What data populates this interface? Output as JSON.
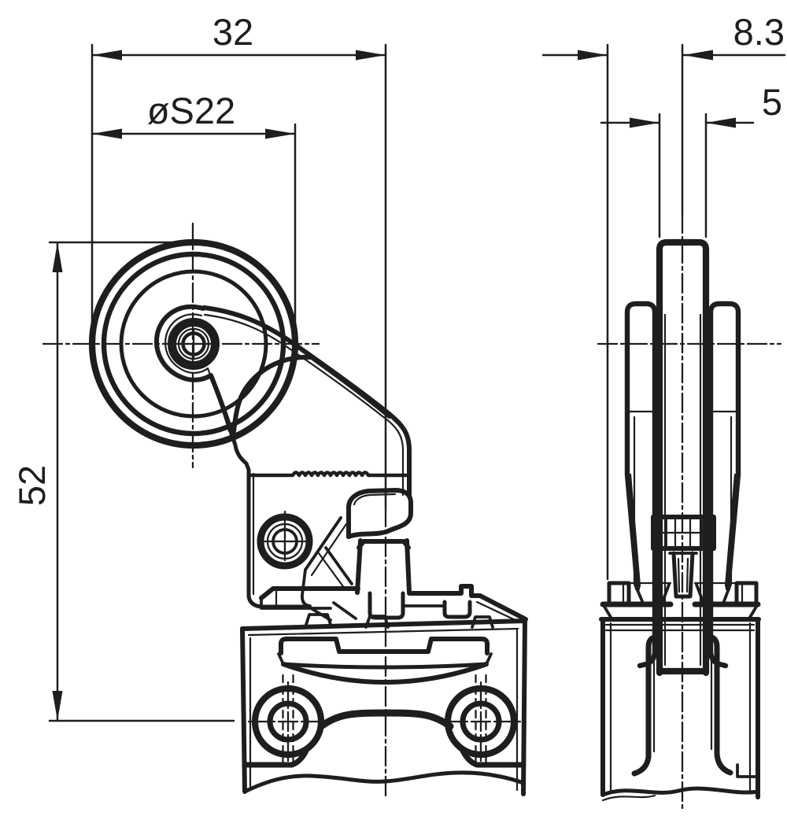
{
  "drawing": {
    "background_color": "#ffffff",
    "line_color": "#1e1e1e",
    "dimensions": {
      "overall_width": "32",
      "roller_diameter": "øS22",
      "lever_height": "52",
      "roller_offset": "8.3",
      "roller_width": "5"
    }
  }
}
